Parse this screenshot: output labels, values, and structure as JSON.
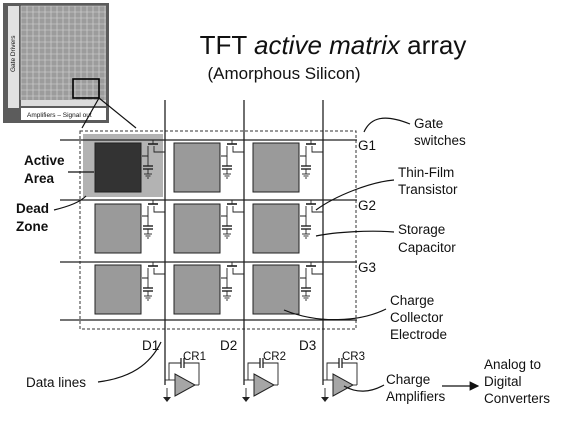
{
  "title": {
    "prefix": "TFT",
    "emphasis": "active matrix",
    "suffix": "array",
    "subtitle": "(Amorphous Silicon)"
  },
  "inset": {
    "side_label": "Gate Drivers",
    "bottom_label": "Amplifiers – Signal out"
  },
  "gate_lines": [
    "G1",
    "G2",
    "G3"
  ],
  "data_lines": [
    "D1",
    "D2",
    "D3"
  ],
  "amplifiers": [
    "CR1",
    "CR2",
    "CR3"
  ],
  "callouts": {
    "gate_switches": [
      "Gate",
      "switches"
    ],
    "tft": [
      "Thin-Film",
      "Transistor"
    ],
    "storage": [
      "Storage",
      "Capacitor"
    ],
    "charge_collector": [
      "Charge",
      "Collector",
      "Electrode"
    ],
    "active_area": [
      "Active",
      "Area"
    ],
    "dead_zone": [
      "Dead",
      "Zone"
    ],
    "data_lines": "Data lines",
    "charge_amplifiers": [
      "Charge",
      "Amplifiers"
    ],
    "adc": [
      "Analog to",
      "Digital",
      "Converters"
    ]
  },
  "colors": {
    "active_pixel": "#333333",
    "pixel": "#9a9a9a",
    "active_cell": "#b3b3b3"
  }
}
